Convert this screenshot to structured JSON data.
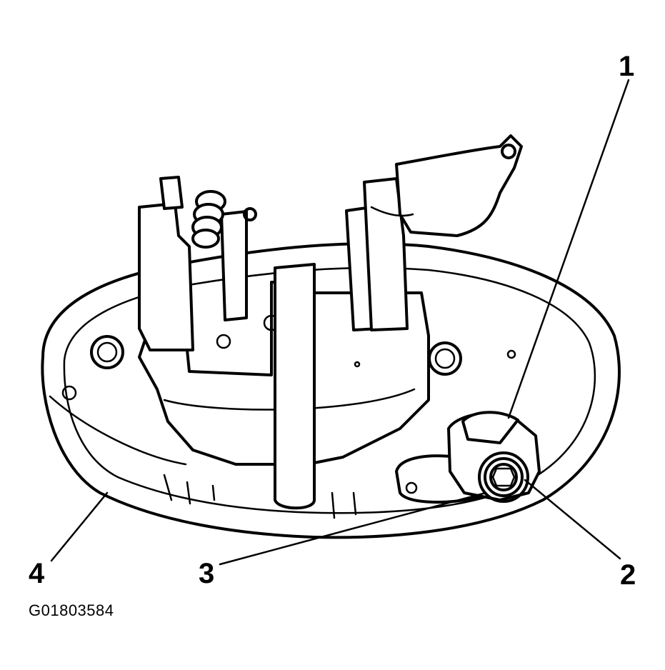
{
  "callouts": [
    {
      "number": "1"
    },
    {
      "number": "2"
    },
    {
      "number": "3"
    },
    {
      "number": "4"
    }
  ],
  "figure_code": "G01803584"
}
